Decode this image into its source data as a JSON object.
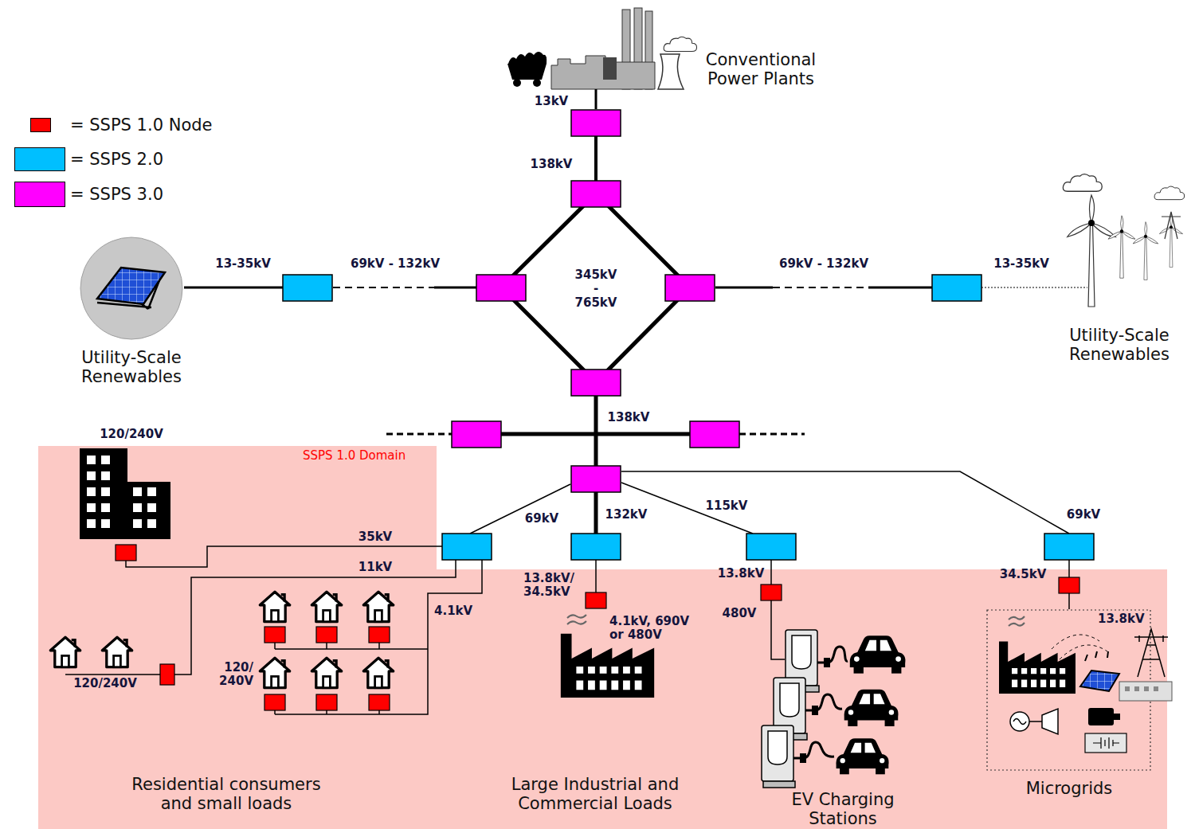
{
  "diagram": {
    "nodes": [
      {
        "text": [
          "Utility-Scale Renewables"
        ]
      },
      {
        "text": [
          "SSPS 1.0 Domain"
        ]
      },
      {
        "text": [
          "13.8kV",
          "Microgrids"
        ],
        "in": 1
      }
    ],
    "labels": [
      "Conventional Power Plants",
      "13kV",
      "138kV",
      "13-35kV",
      "69kV - 132kV",
      "345kV - 765kV",
      "69kV - 132kV",
      "13-35kV",
      "Utility-Scale Renewables",
      "138kV",
      "120/240V",
      "69kV",
      "132kV",
      "115kV",
      "69kV",
      "35kV",
      "11kV",
      "13.8kV/ 34.5kV",
      "13.8kV",
      "34.5kV",
      "4.1kV",
      "480V",
      "4.1kV, 690V or 480V",
      "120/ 240V",
      "120/240V",
      "Residential consumers and small loads",
      "Large Industrial and Commercial Loads",
      "EV Charging Stations"
    ],
    "legend": [
      {
        "text": "= SSPS 1.0 Node",
        "color": "#ff0000"
      },
      {
        "text": "= SSPS 2.0",
        "color": "#00bfff"
      },
      {
        "text": "= SSPS 3.0",
        "color": "#ff00ff"
      }
    ]
  }
}
